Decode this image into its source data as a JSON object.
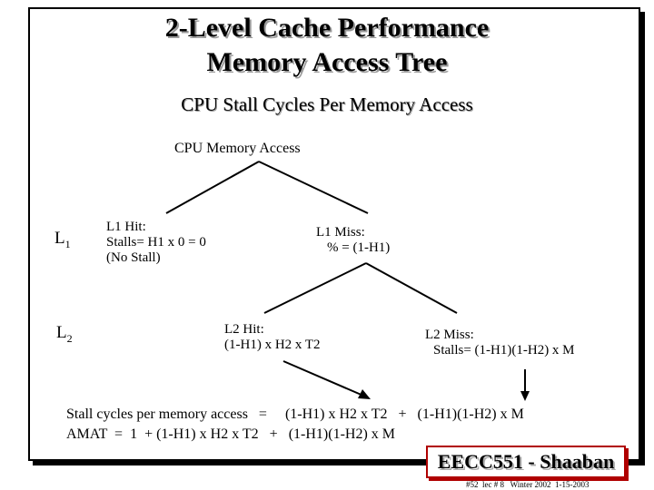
{
  "title_line1": "2-Level Cache Performance",
  "title_line2": "Memory Access Tree",
  "subtitle": "CPU  Stall Cycles Per Memory Access",
  "root": "CPU Memory  Access",
  "level1": "L",
  "level1_sub": "1",
  "level2": "L",
  "level2_sub": "2",
  "l1_hit": {
    "line1": "L1  Hit:",
    "line2": "Stalls= H1 x 0 = 0",
    "line3": "(No Stall)"
  },
  "l1_miss": {
    "line1": "L1  Miss:",
    "line2": "%  =  (1-H1)"
  },
  "l2_hit": {
    "line1": "L2  Hit:",
    "line2": "(1-H1) x H2 x T2"
  },
  "l2_miss": {
    "line1": "L2   Miss:",
    "line2": "Stalls=  (1-H1)(1-H2) x M"
  },
  "formula_stall": "Stall cycles per memory access   =     (1-H1) x H2 x T2   +   (1-H1)(1-H2) x M",
  "formula_amat": "AMAT  =  1  + (1-H1) x H2 x T2   +   (1-H1)(1-H2) x M",
  "badge": "EECC551 - Shaaban",
  "footer": "#52  lec # 8   Winter 2002  1-15-2003"
}
